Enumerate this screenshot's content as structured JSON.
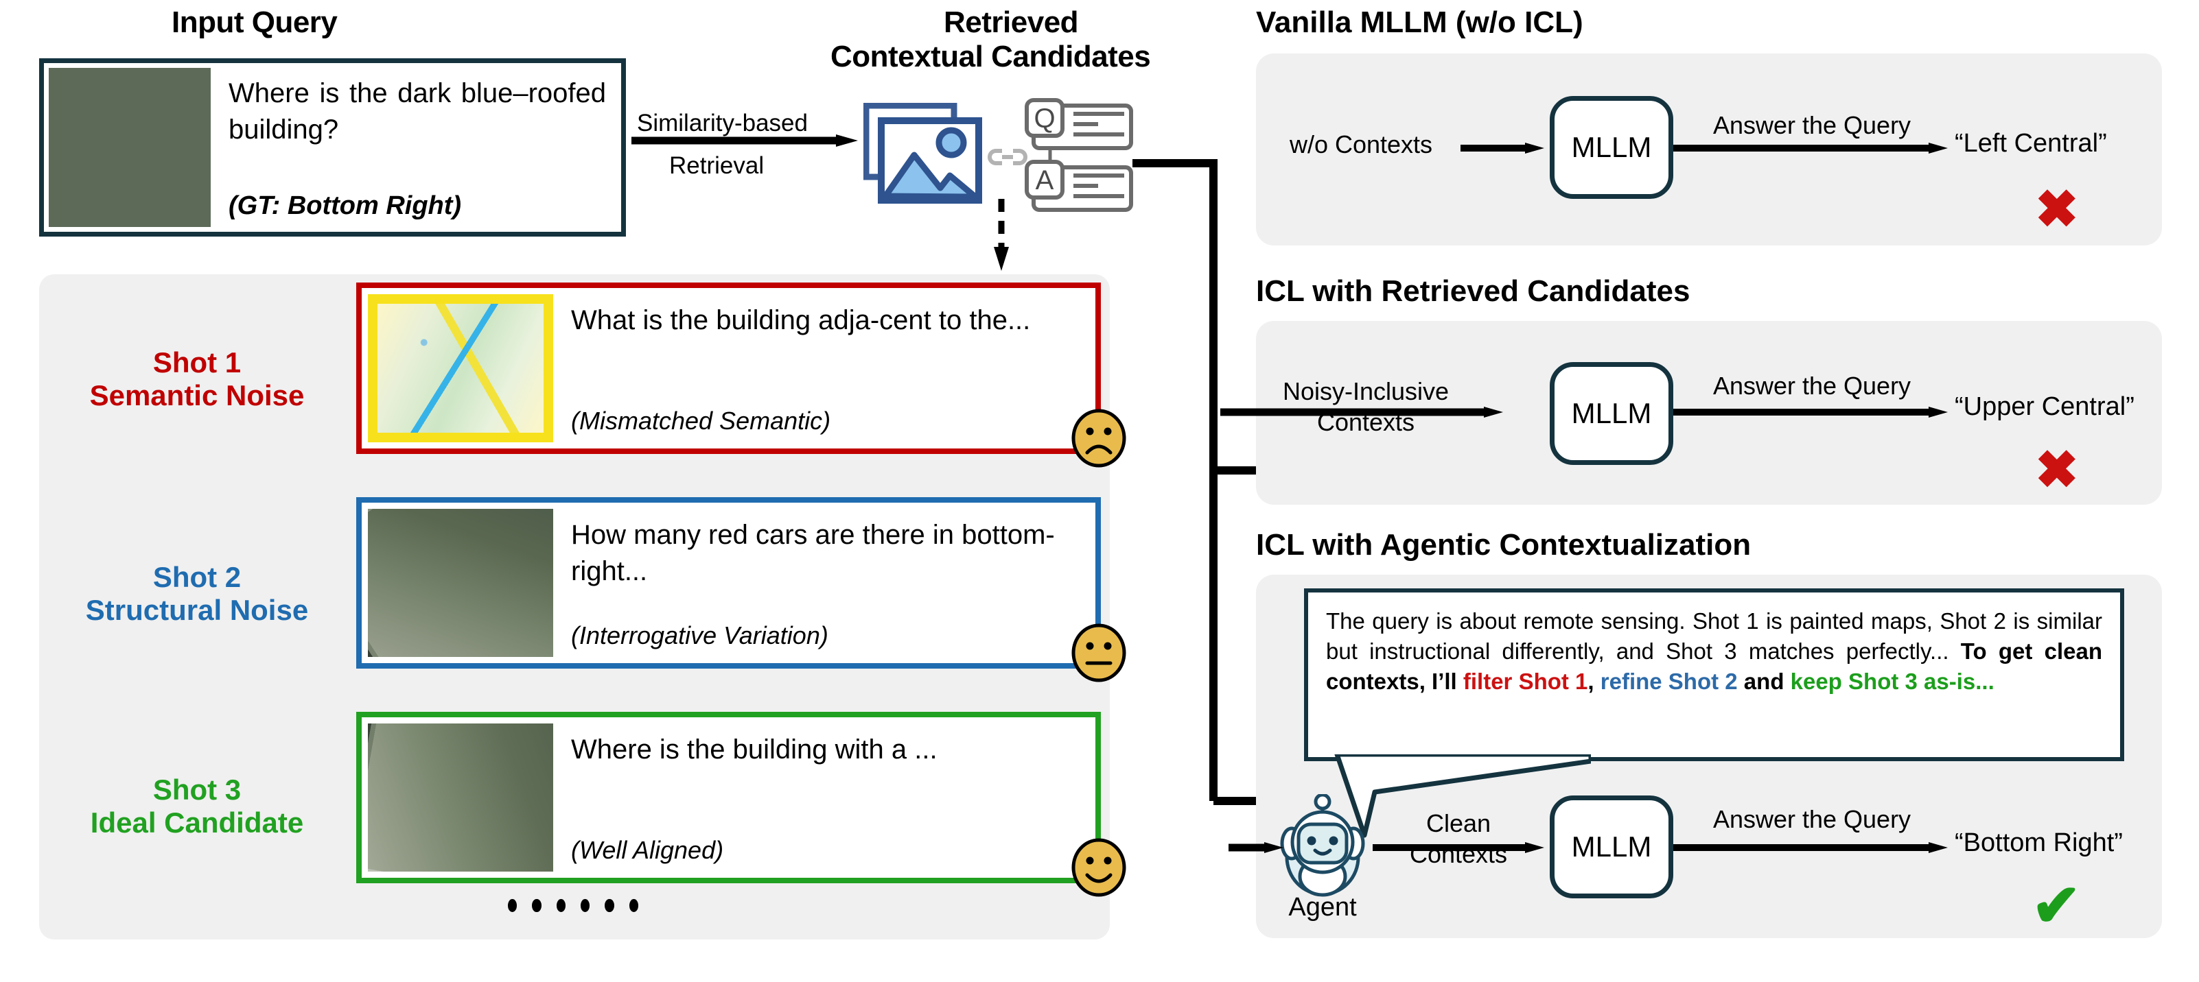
{
  "input_query": {
    "title": "Input Query",
    "question": "Where is the dark blue–roofed building?",
    "ground_truth": "(GT: Bottom Right)",
    "thumb_icon": "aerial-satellite-image"
  },
  "retrieval": {
    "label_line1": "Similarity-based",
    "label_line2": "Retrieval",
    "title_line1": "Retrieved",
    "title_line2": "Contextual Candidates",
    "image_icon": "image-stack-icon",
    "link_icon": "link-icon",
    "q_letter": "Q",
    "a_letter": "A"
  },
  "shots": [
    {
      "label_line1": "Shot 1",
      "label_line2": "Semantic Noise",
      "color": "#c00000",
      "question": "What is the building adja-cent to the...",
      "note": "(Mismatched Semantic)",
      "emoji": "frowning-face-icon",
      "thumb": "painted-tourist-map"
    },
    {
      "label_line1": "Shot 2",
      "label_line2": "Structural Noise",
      "color": "#1f6cb0",
      "question": "How many red cars are there in bottom-right...",
      "note": "(Interrogative Variation)",
      "emoji": "neutral-face-icon",
      "thumb": "aerial-satellite-image"
    },
    {
      "label_line1": "Shot 3",
      "label_line2": "Ideal Candidate",
      "color": "#21a121",
      "question": "Where is the building with a ...",
      "note": "(Well Aligned)",
      "emoji": "smiling-face-icon",
      "thumb": "aerial-satellite-image"
    }
  ],
  "ellipsis_dot_count": 6,
  "panels": [
    {
      "title": "Vanilla MLLM (w/o ICL)",
      "input_label": "w/o Contexts",
      "model_label": "MLLM",
      "edge_label": "Answer the Query",
      "answer": "“Left Central”",
      "verdict": "✖",
      "verdict_name": "cross-mark-icon",
      "verdict_color": "#cc1111"
    },
    {
      "title": "ICL with Retrieved Candidates",
      "input_label": "Noisy-Inclusive Contexts",
      "model_label": "MLLM",
      "edge_label": "Answer the Query",
      "answer": "“Upper Central”",
      "verdict": "✖",
      "verdict_name": "cross-mark-icon",
      "verdict_color": "#cc1111"
    },
    {
      "title": "ICL with Agentic Contextualization",
      "input_label": "Clean Contexts",
      "model_label": "MLLM",
      "edge_label": "Answer the Query",
      "answer": "“Bottom Right”",
      "verdict": "✔",
      "verdict_name": "check-mark-icon",
      "verdict_color": "#1c9e1c",
      "agent_label": "Agent",
      "agent_icon": "robot-agent-icon",
      "reasoning": {
        "plain_1": "The query is about remote sensing. Shot 1 is painted maps, Shot 2 is similar but instructional differently, and Shot 3 matches perfectly... ",
        "bold_1": "To get clean contexts, I’ll ",
        "red": "filter Shot 1",
        "sep_1": ", ",
        "blue": "refine Shot 2",
        "sep_2": " and ",
        "green": "keep Shot 3 as-is...",
        "colors": {
          "red": "#cc1111",
          "blue": "#2d6aa8",
          "green": "#1c9e1c"
        }
      }
    }
  ]
}
